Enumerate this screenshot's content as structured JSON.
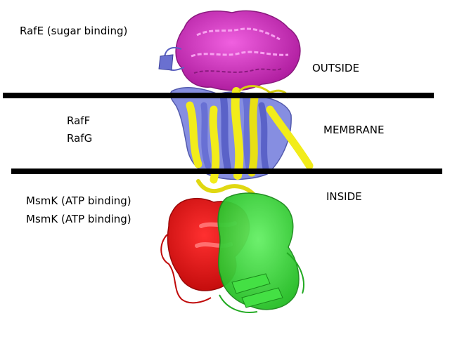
{
  "labels": {
    "rafe": "RafE (sugar binding)",
    "raff": "RafF",
    "rafg": "RafG",
    "msmk_1": "MsmK (ATP binding)",
    "msmk_2": "MsmK (ATP binding)",
    "outside": "OUTSIDE",
    "membrane": "MEMBRANE",
    "inside": "INSIDE"
  },
  "colors": {
    "rafe": "#d42ac0",
    "rafe_dark": "#8a1a7e",
    "raff": "#8088e0",
    "raff_dark": "#4a52a8",
    "rafg": "#f2ec1a",
    "rafg_dark": "#a8a010",
    "msmk_a": "#ee1111",
    "msmk_a_dark": "#9a0808",
    "msmk_b": "#33dd33",
    "msmk_b_dark": "#1a8a1a",
    "membrane_line": "#000000"
  }
}
